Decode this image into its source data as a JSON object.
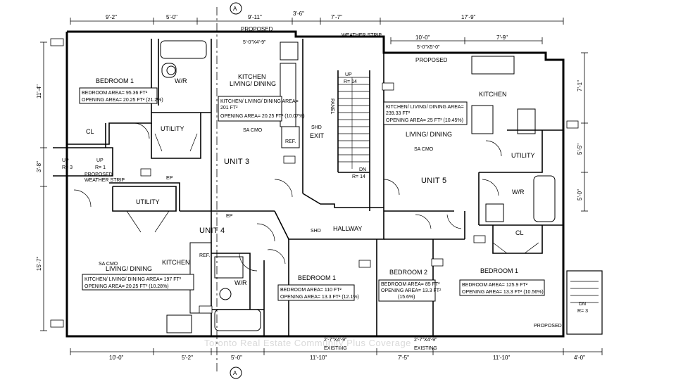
{
  "dims_top": [
    "9'-2\"",
    "5'-0\"",
    "9'-11\"",
    "3'-6\"",
    "7'-7\"",
    "17'-9\"",
    "10'-0\"",
    "7'-9\""
  ],
  "dims_bottom": [
    "10'-0\"",
    "5'-2\"",
    "5'-0\"",
    "11'-10\"",
    "7'-5\"",
    "11'-10\"",
    "4'-0\""
  ],
  "dims_left": [
    "11'-4\"",
    "3'-8\"",
    "15'-7\""
  ],
  "dims_right": [
    "7'-1\"",
    "5'-5\"",
    "5'-0\""
  ],
  "units": [
    "UNIT 3",
    "UNIT 4",
    "UNIT 5"
  ],
  "rooms": {
    "bed1_u3": "BEDROOM 1",
    "cl_u3": "CL",
    "utility_u3": "UTILITY",
    "kitchen_u3": "KITCHEN",
    "living_u3": "LIVING/ DINING",
    "wr_u3": "W/R",
    "exit": "EXIT",
    "utility_u4": "UTILITY",
    "living_u4": "LIVING/ DINING",
    "kitchen_u4": "KITCHEN",
    "wr_u4": "W/R",
    "hallway": "HALLWAY",
    "bed1_u4": "BEDROOM 1",
    "kitchen_u5": "KITCHEN",
    "living_u5": "LIVING/ DINING",
    "utility_u5": "UTILITY",
    "wr_u5": "W/R",
    "cl_u5": "CL",
    "bed2_u5": "BEDROOM 2",
    "bed1_u5": "BEDROOM 1"
  },
  "area_boxes": {
    "bed1_u3": [
      "BEDROOM AREA= 95.36 FT²",
      "OPENING AREA= 20.25 FT² (21.2%)"
    ],
    "kit_u3": [
      "KITCHEN/ LIVING/ DINING AREA=",
      "201 FT²",
      "OPENING AREA= 20.25 FT² (10.07%)"
    ],
    "kit_u5": [
      "KITCHEN/ LIVING/ DINING AREA=",
      "239.33 FT²",
      "OPENING AREA= 25 FT² (10.45%)"
    ],
    "kit_u4": [
      "KITCHEN/ LIVING/ DINING AREA= 197 FT²",
      "OPENING AREA= 20.25 FT² (10.28%)"
    ],
    "bed1_u4": [
      "BEDROOM AREA= 110 FT²",
      "OPENING AREA= 13.3 FT² (12.1%)"
    ],
    "bed2_u5": [
      "BEDROOM AREA= 85 FT²",
      "OPENING AREA= 13.3 FT²",
      "(15.6%)"
    ],
    "bed1_u5": [
      "BEDROOM AREA= 125.9 FT²",
      "OPENING AREA= 13.3 FT² (10.56%)"
    ]
  },
  "notes": {
    "proposed": "PROPOSED",
    "proposed_window": "5'-0\"X4'-9\"",
    "proposed_window_u5": "5'-0\"X5'-0\"",
    "existing": "EXISTING",
    "existing_window": "2'-7\"X4'-9\"",
    "weather_strip": "WEATHER STRIP",
    "up": "UP",
    "dn": "DN",
    "r14": "R= 14",
    "r3": "R= 3",
    "r1": "R= 1",
    "sa_cmo": "SA CMO",
    "shd": "SHD",
    "refr": "REF.",
    "ep": "EP",
    "panel": "PANEL"
  },
  "section_marker": "A",
  "watermark": "Toronto Real Estate Community Plus Coverage"
}
